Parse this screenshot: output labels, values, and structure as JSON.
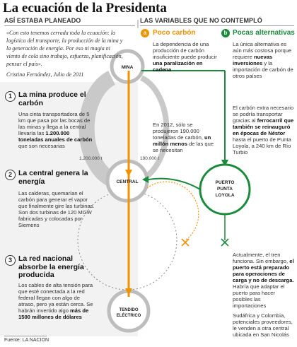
{
  "title": "La ecuación de la Presidenta",
  "left_header": "ASÍ ESTABA PLANEADO",
  "right_header": "LAS VARIABLES QUE NO CONTEMPLÓ",
  "quote": "«Con esto tenemos cerrada toda la ecuación: la logística del transporte, la producción de la mina y la generación de energía. Por eso ni magia ni viento de cola sino trabajo, esfuerzo, planificación, pensar el país».",
  "quote_author": "Cristina Fernández, Julio de 2011",
  "steps": [
    {
      "num": "1",
      "title": "La mina produce el carbón",
      "body_a": "Una cinta transportadora de 5 km que pasa por las bocas de las minas y llega a la central llevaría las ",
      "body_b": "1.200.000 toneladas anuales de carbón",
      "body_c": " que son necesarias"
    },
    {
      "num": "2",
      "title": "La central genera la energía",
      "body_a": "Las calderas, quemarían el carbón para generar el vapor que finalmente gire las turbinas. Son dos turbinas de 120 MGW fabricadas y colocadas por Siemens",
      "body_b": "",
      "body_c": ""
    },
    {
      "num": "3",
      "title": "La red nacional absorbe la energía producida",
      "body_a": "Los cables de alta tensión para que esté conectada a la red federal llegan con algo de atraso, pero ya están cerca. Se habrán invertido algo ",
      "body_b": "más de 1500 millones de dólares",
      "body_c": ""
    }
  ],
  "col_a": {
    "badge": "a",
    "title": "Poco carbón",
    "color": "#f39200",
    "p1_a": "La dependencia de una producción de carbón insuficiente puede producir ",
    "p1_b": "una paralización en cadena",
    "p2_a": "En 2012, sólo se produjeron 190.000 toneladas de carbón, ",
    "p2_b": "un millón menos",
    "p2_c": " de las que se necesitan"
  },
  "col_b": {
    "badge": "b",
    "title": "Pocas alternativas",
    "color": "#1a8a3b",
    "p1_a": "La única alternativa es aún más costosa porque requiere ",
    "p1_b": "nuevas inversiones",
    "p1_c": " y la importación de carbón de otros países",
    "p2_a": "El carbón extra necesario se podría transportar gracias al ",
    "p2_b": "ferrocarril que también se reinauguró en épocas de Néstor",
    "p2_c": " hasta el puerto de Punta Loyola, a 240 km de Río Turbio",
    "p3_a": "Actualmente, el tren funciona. Sin embargo, ",
    "p3_b": "el puerto está preparado para operaciones de carga y no de descarga.",
    "p3_c": " Habría que adaptar el puerto para hacer posibles las importaciones",
    "p4": "Sudáfrica y Colombia, potenciales proveedores, le venden a otra central ubicada en San Nicolás"
  },
  "nodes": {
    "mina": "MINA",
    "central": "CENTRAL",
    "tendido_a": "TENDIDO",
    "tendido_b": "ELÉCTRICO",
    "puerto_a": "PUERTO",
    "puerto_b": "PUNTA",
    "puerto_c": "LOYOLA"
  },
  "flow_labels": {
    "planned": "1.200.000 t",
    "actual": "190.000 t"
  },
  "source": "Fuente: LA NACION",
  "colors": {
    "orange": "#f39200",
    "green": "#1a8a3b",
    "gray_arc": "#d0d0d0"
  }
}
